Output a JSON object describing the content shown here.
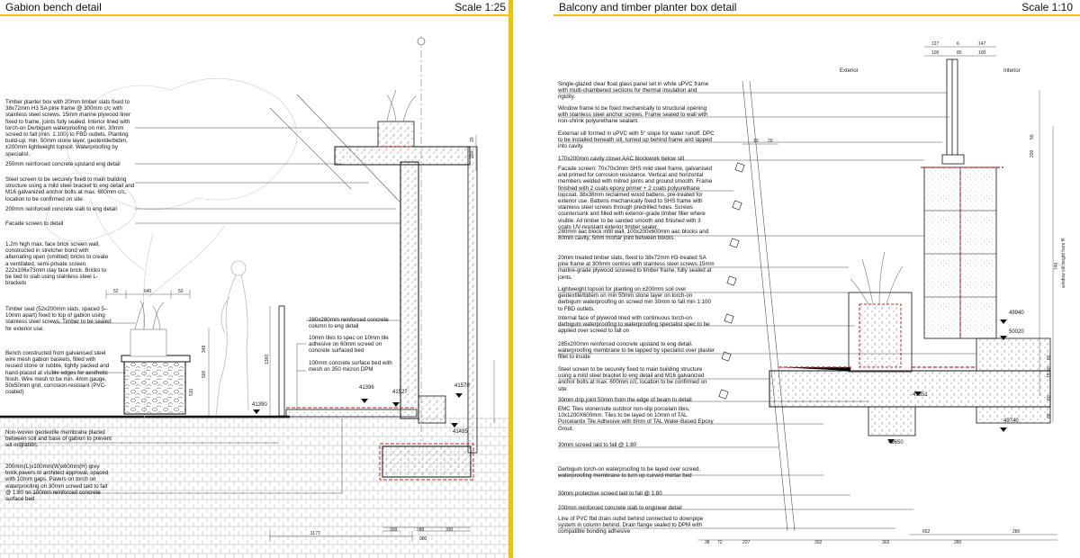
{
  "left": {
    "title": "Gabion bench detail",
    "scale": "Scale 1:25",
    "notes": [
      "Timber planter box with 20mm timber slats fixed to 38x72mm H3 SA pine frame @ 300mm c/c with stainless steel screws. 15mm marine plywood liner fixed to frame, joints fully sealed. Interior lined with torch-on Derbigum waterproofing on min. 30mm screed to fall (min. 1:100) to FBD outlets. Planting build-up: min. 50mm stone layer, geotextile/bidim, ±200mm lightweight topsoil. Waterproofing by specialist.",
      "250mm reinforced concrete upstand eng detail",
      "Steel screen to be securely fixed to main building structure using a mild steel bracket to eng detail and M16 galvanized anchor bolts at max. 600mm c/c, location to be confirmed on site.",
      "200mm reinforced concrete slab to eng detail",
      "Facade screen to detail",
      "1.2m high max. face brick screen wall, constructed in stretcher bond with alternating open (omitted) bricks to create a ventilated, semi-private screen. 222x106x73mm clay face brick. Bricks to be tied to slab using stainless steel L-brackets",
      "Timber seat (52x200mm slats, spaced 5–10mm apart) fixed to top of gabion using stainless steel screws. Timber to be sealed for exterior use.",
      "Bench constructed from galvanised steel wire mesh gabion baskets, filled with reused stone or rubble, tightly packed and hand-placed at visible edges for aesthetic finish. Wire mesh to be min. 4mm gauge, 50x50mm grid, corrosion-resistant (PVC-coated)",
      "Non-woven geotextile membrane placed between soil and base of gabion to prevent silt migration.",
      "200mm(L)x100mm(W)x60mm(H) grey brick pavers to architect approval, spaced with 10mm gaps. Pavers on torch on waterproofing on 30mm screed laid to fall @ 1:80 on 100mm reinforced concrete surface bed",
      "280x280mm reinforced concrete column to eng detail",
      "10mm tiles to spec on 10mm tile adhesive on 60mm screed on concrete surfaced bed",
      "100mm concrete surface bed with mesh on 350 micron DPM"
    ],
    "levels": [
      "41390",
      "41396",
      "41527",
      "41570",
      "41495"
    ],
    "dims": [
      "52",
      "640",
      "50",
      "348",
      "510",
      "500",
      "1360",
      "1177",
      "300",
      "280",
      "320",
      "900",
      "200",
      "20"
    ]
  },
  "right": {
    "title": "Balcony and timber planter box detail",
    "scale": "Scale 1:10",
    "exterior": "Exterior",
    "interior": "Interior",
    "notes": [
      "Single-glazed clear float glass panel set in white uPVC frame with multi-chambered sections for thermal insulation and rigidity.",
      "Window frame to be fixed mechanically to structural opening with stainless steel anchor screws. Frame sealed to wall with non-shrink polyurethane sealant.",
      "External sill formed in uPVC with 5° slope for water runoff. DPC to be installed beneath sill, turned up behind frame and lapped into cavity.",
      "170x200mm cavity closer AAC blockwork below sill",
      "Facade screen: 70x70x3mm SHS mild steel frame, galvanised and primed for corrosion resistance. Vertical and horizontal members welded with mitred joints and ground smooth. Frame finished with 2 coats epoxy primer + 2 coats polyurethane topcoat. 38x38mm reclaimed wood battens, pre-treated for exterior use. Battens mechanically fixed to SHS frame with stainless steel screws through predrilled holes. Screws countersunk and filled with exterior-grade timber filler where visible. All timber to be sanded smooth and finished with 3 coats UV-resistant exterior timber sealer.",
      "280mm aac block infill wall, 100x200x600mm aac blocks and 80mm cavity, 5mm mortar joint between blocks.",
      "20mm treated timber slats, fixed to 38x72mm H3-treated SA pine frame at 300mm centres with stainless steel screws.15mm marine-grade plywood screwed to timber frame, fully sealed at joints.",
      "Lightweight topsoil for planting on ±200mm soil over geotextile/bidem on min 50mm stone layer on torch-on derbigum waterproofing on screed min 30mm to fall min 1:100 to FBD outlets.",
      "Internal face of plywood lined with continuous torch-on derbigum waterproofing to waterproofing specialist spec to be applied over screed to fall on",
      "285x200mm reinforced concrete upstand to eng detail. waterproofing membrane to be lapped by specialist over plaster fillet to inside",
      "Steel screen to be securely fixed to main building structure using a mild steel bracket to eng detail and M16 galvanized anchor bolts at max. 600mm c/c, location to be confirmed on site",
      "30mm drip joint 50mm from the edge of beam to detail",
      "EMC Tiles stoneroute outdoor non-slip porcelain tiles, 10x1200X600mm. Tiles to be layed on 10mm of TAL Porcelantix Tile Adhesive with 8mm of TAL Water-Based Epoxy Grout.",
      "30mm screed laid to fall @ 1:80",
      "Derbigum torch-on waterproofing to be layed over screed, waterproofing membrane to turn up curved mortar bed",
      "30mm protective screed laid to fall @ 1:80",
      "200mm reinforced concrete slab to engineer detail",
      "Line of PVC fbd drain outlet behind connected to downpipe system in column behind. Drain flange sealed to DPM with compatible bonding adhesive"
    ],
    "levels": [
      "49940",
      "50020",
      "49851",
      "49650",
      "49740"
    ],
    "dims": [
      "127",
      "6",
      "147",
      "100",
      "80",
      "100",
      "200",
      "50",
      "10",
      "20",
      "740",
      "window sill height from ffl",
      "15 30",
      "60",
      "80",
      "60",
      "652",
      "280",
      "38",
      "72",
      "227",
      "302",
      "302",
      "280"
    ]
  },
  "colors": {
    "accent": "#f2c200",
    "membrane": "#c0282d",
    "line": "#222222"
  }
}
